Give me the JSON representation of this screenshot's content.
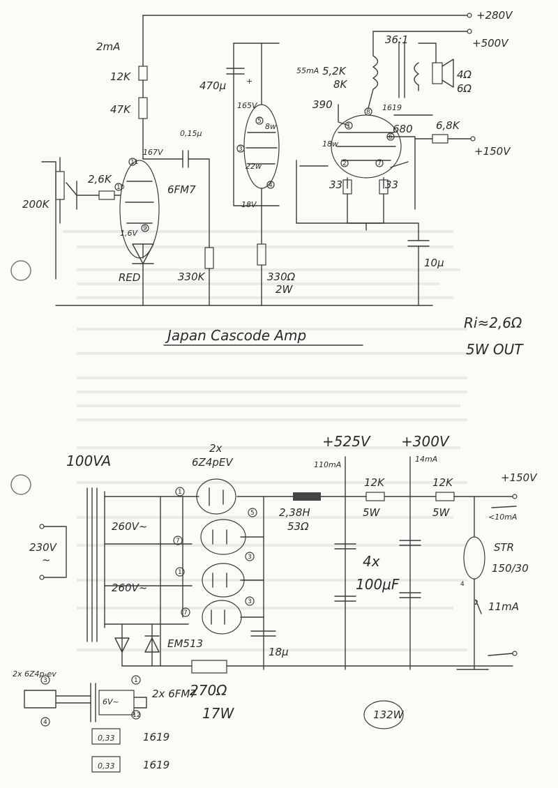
{
  "title": "Japan Cascode Amp",
  "top": {
    "rails": {
      "plus280": "+280V",
      "plus500": "+500V",
      "plus150": "+150V"
    },
    "tube_6fm7": "6FM7",
    "current_2ma": "2mA",
    "r_12k": "12K",
    "r_47k": "47K",
    "r_200k": "200K",
    "r_2_6k": "2,6K",
    "c_015": "0,15μ",
    "v_167": "167V",
    "v_1_6": "1,6V",
    "led": "RED",
    "r_330k": "330K",
    "c_470": "470μ",
    "plus_sign": "+",
    "v_165": "165V",
    "w_8": "8w",
    "w_22": "22w",
    "v_18": "18V",
    "r_330": "330Ω",
    "p_2w": "2W",
    "current_55ma": "55mA",
    "r_5_2k": "5,2K",
    "r_8k": "8K",
    "ratio": "36:1",
    "spk_4": "4Ω",
    "spk_6": "6Ω",
    "r_390": "390",
    "tube_1619": "1619",
    "w_18": "18w",
    "r_680": "680",
    "r_6_8k": "6,8K",
    "r_33a": "33",
    "r_33b": "33",
    "c_10": "10μ",
    "ri": "Ri≈2,6Ω",
    "out": "5W OUT",
    "pins": [
      "11",
      "10",
      "9",
      "5",
      "3",
      "4",
      "8",
      "1",
      "2",
      "7",
      "6"
    ]
  },
  "psu": {
    "va": "100VA",
    "mains": "230V",
    "mains_sym": "~",
    "sec1": "260V~",
    "sec2": "260V~",
    "rect_count": "2x",
    "rect_tube": "6Z4pEV",
    "choke_l": "2,38H",
    "choke_r": "53Ω",
    "v525": "+525V",
    "i110": "110mA",
    "v300": "+300V",
    "i14": "14mA",
    "r12k_a": "12K",
    "w5_a": "5W",
    "r12k_b": "12K",
    "w5_b": "5W",
    "v150": "+150V",
    "i_lt10": "<10mA",
    "caps_mult": "4x",
    "caps_val": "100μF",
    "str": "STR",
    "str_val": "150/30",
    "i11": "11mA",
    "diode": "EM513",
    "c18": "18μ",
    "r270": "270Ω",
    "w17": "17W",
    "total": "132W",
    "heater_tubes": "2x 6Z4p-ev",
    "heater_v": "6V~",
    "heater_6fm7": "2x 6FM7",
    "r033a": "0,33",
    "r033b": "0,33",
    "h1619a": "1619",
    "h1619b": "1619",
    "pins": [
      "1",
      "5",
      "7",
      "1",
      "3",
      "7",
      "3",
      "4",
      "2",
      "1",
      "12",
      "3",
      "4"
    ]
  }
}
